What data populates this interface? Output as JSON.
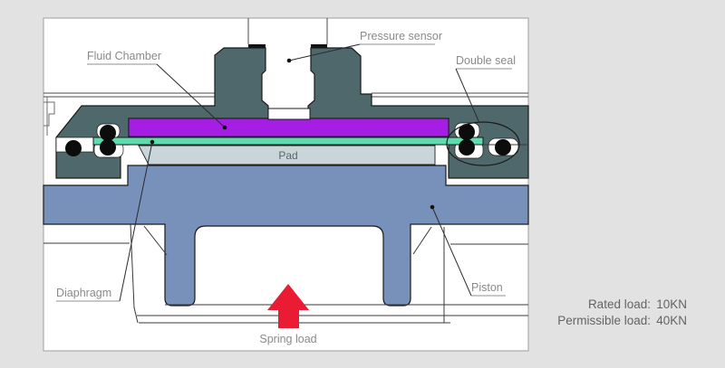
{
  "scene": {
    "bg": "#e2e2e2",
    "panel_bg": "#ffffff",
    "panel_border": "#9e9e9e"
  },
  "labels": {
    "fluid_chamber": "Fluid Chamber",
    "pressure_sensor": "Pressure sensor",
    "double_seal": "Double seal",
    "pad": "Pad",
    "diaphragm": "Diaphragm",
    "piston": "Piston",
    "spring_load": "Spring load"
  },
  "label_colors": {
    "text": "#8a8a8a",
    "pad_text": "#59676f"
  },
  "specs": {
    "rated_label": "Rated load:",
    "rated_value": "10KN",
    "permissible_label": "Permissible load:",
    "permissible_value": "40KN",
    "text_color": "#646464"
  },
  "parts": {
    "housing": "#4f686b",
    "fluid_chamber": "#a61ee4",
    "diaphragm_strip": "#5fdcae",
    "pad": "#c9d6d9",
    "piston": "#7791ba",
    "seal": "#0c0c0c",
    "sensor_clamp": "#111111",
    "spring_arrow": "#e91c33",
    "recess": "#ffffff"
  }
}
